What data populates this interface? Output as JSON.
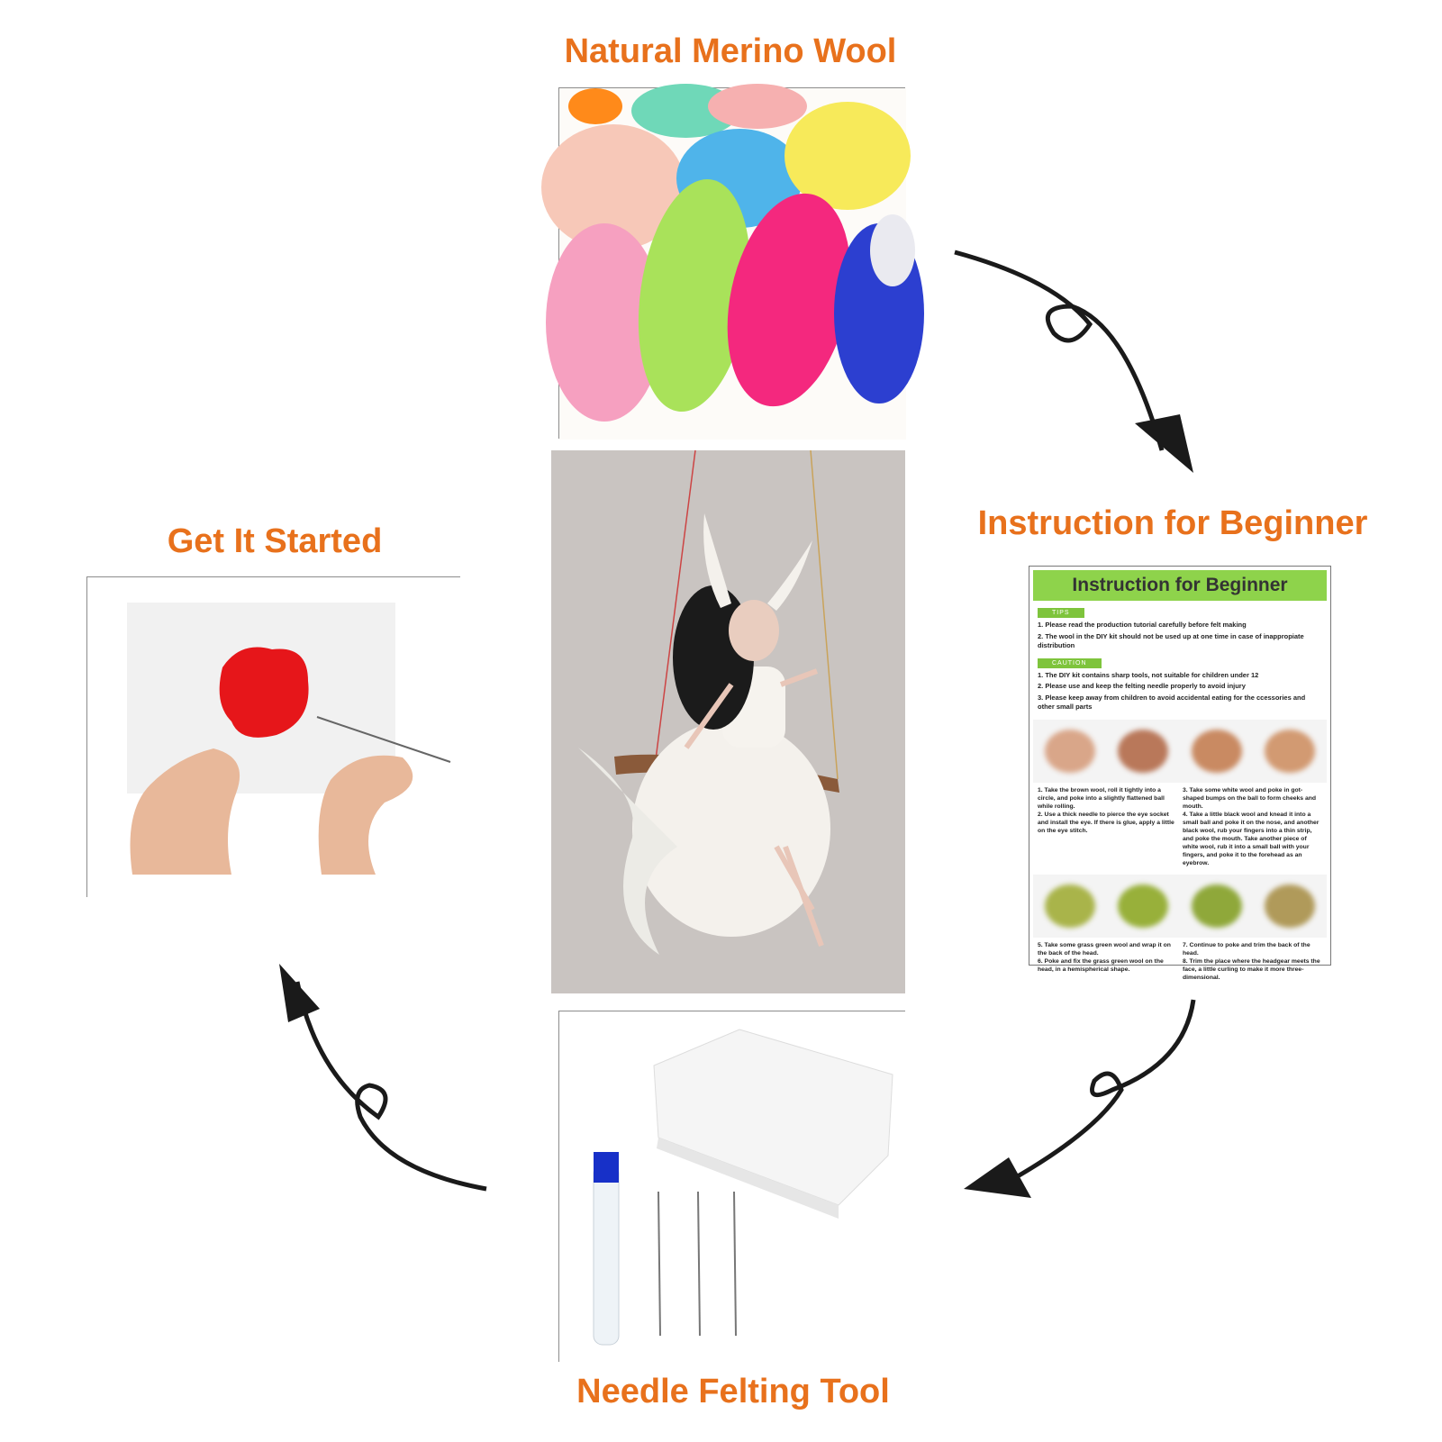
{
  "captions": {
    "top": "Natural Merino Wool",
    "right": "Instruction for Beginner",
    "left": "Get It Started",
    "bottom": "Needle Felting Tool"
  },
  "sheet": {
    "title": "Instruction for Beginner",
    "tips_label": "TIPS",
    "tips": [
      "1. Please read the production tutorial carefully before felt making",
      "2. The wool in the DIY kit should not be used up at one time in case of inappropiate distribution"
    ],
    "caution_label": "CAUTION",
    "caution": [
      "1. The DIY kit contains sharp tools, not suitable for children under 12",
      "2. Please use and keep the felting needle properly to avoid injury",
      "3. Please keep away from children to avoid accidental eating for the ccessories and other small parts"
    ],
    "step_left_1": "1. Take the brown wool, roll it tightly into a circle, and poke into a slightly flattened ball while rolling.\n2. Use a thick needle to pierce the eye socket and install the eye. If there is glue, apply a little on the eye stitch.",
    "step_right_1": "3. Take some white wool and poke in got-shaped bumps on the ball to form cheeks and mouth.\n4. Take a little black wool and knead it into a small ball and poke it on the nose, and another black wool, rub your fingers into a thin strip, and poke the mouth. Take another piece of white wool, rub it into a small ball with your fingers, and poke it to the forehead as an eyebrow.",
    "step_left_2": "5. Take some grass green wool and wrap it on the back of the head.\n6. Poke and fix the grass green wool on the head, in a hemispherical shape.",
    "step_right_2": "7. Continue to poke and trim the back of the head.\n8. Trim the place where the headgear meets the face, a little curling to make it more three-dimensional."
  },
  "colors": {
    "caption": "#e8711c",
    "sheet_header": "#8ed34b",
    "arrow": "#1a1a1a"
  }
}
